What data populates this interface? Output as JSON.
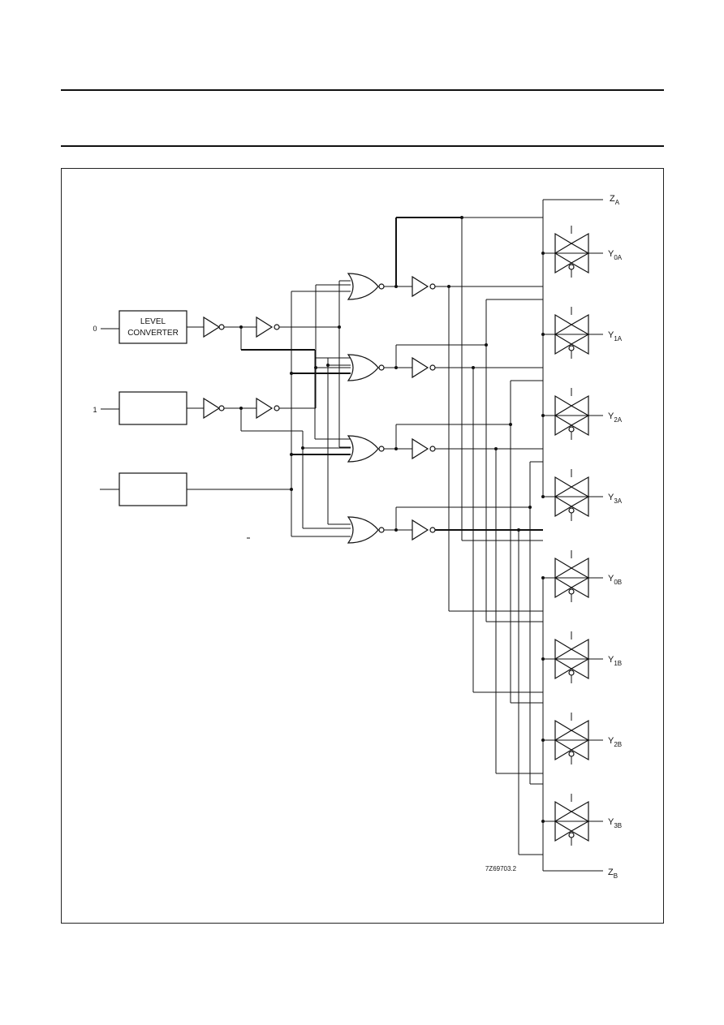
{
  "block_labels": {
    "level_converter_line1": "LEVEL",
    "level_converter_line2": "CONVERTER"
  },
  "inputs": {
    "d": "0",
    "e": "1"
  },
  "outputs": {
    "za": {
      "main": "Z",
      "sub": "A"
    },
    "zb": {
      "main": "Z",
      "sub": "B"
    },
    "switches": [
      {
        "main": "Y",
        "sub": "0A"
      },
      {
        "main": "Y",
        "sub": "1A"
      },
      {
        "main": "Y",
        "sub": "2A"
      },
      {
        "main": "Y",
        "sub": "3A"
      },
      {
        "main": "Y",
        "sub": "0B"
      },
      {
        "main": "Y",
        "sub": "1B"
      },
      {
        "main": "Y",
        "sub": "2B"
      },
      {
        "main": "Y",
        "sub": "3B"
      }
    ]
  },
  "figure_code": "7Z69703.2"
}
